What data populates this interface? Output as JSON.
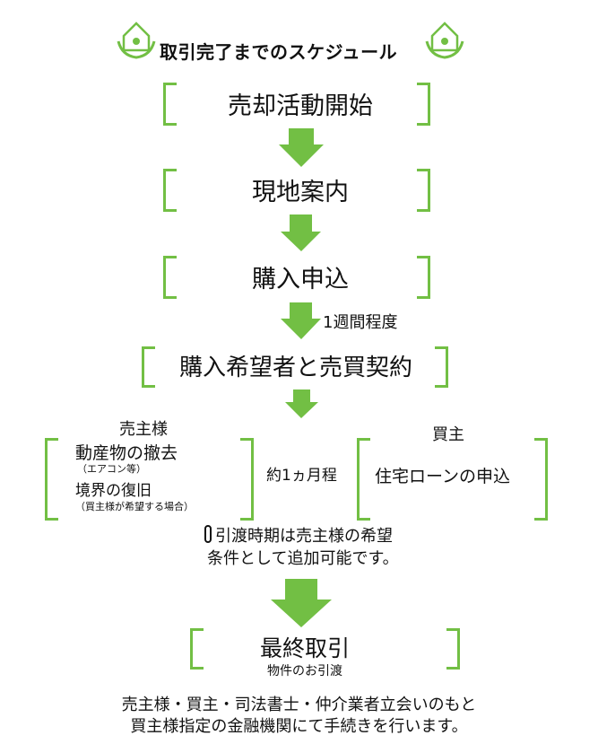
{
  "title": "取引完了までのスケジュール",
  "steps": {
    "s1": "売却活動開始",
    "s2": "現地案内",
    "s3": "購入申込",
    "s4": "購入希望者と売買契約",
    "final": "最終取引",
    "final_sub": "物件のお引渡"
  },
  "interval_week": "1週間程度",
  "seller": {
    "heading": "売主様",
    "task1": "動産物の撤去",
    "task1_note": "（エアコン等）",
    "task2": "境界の復旧",
    "task2_note": "（買主様が希望する場合）"
  },
  "interval_month": "約1ヵ月程",
  "buyer": {
    "heading": "買主",
    "task": "住宅ローンの申込"
  },
  "notice_icon": "exclamation-icon",
  "notice_line1": "引渡時期は売主様の希望",
  "notice_line2": "条件として追加可能です。",
  "footer_line1": "売主様・買主・司法書士・仲介業者立会いのもと",
  "footer_line2": "買主様指定の金融機関にて手続きを行います。",
  "colors": {
    "accent": "#72bf44",
    "text": "#111111"
  },
  "icons": [
    "house-hands-icon",
    "down-arrow-icon"
  ]
}
